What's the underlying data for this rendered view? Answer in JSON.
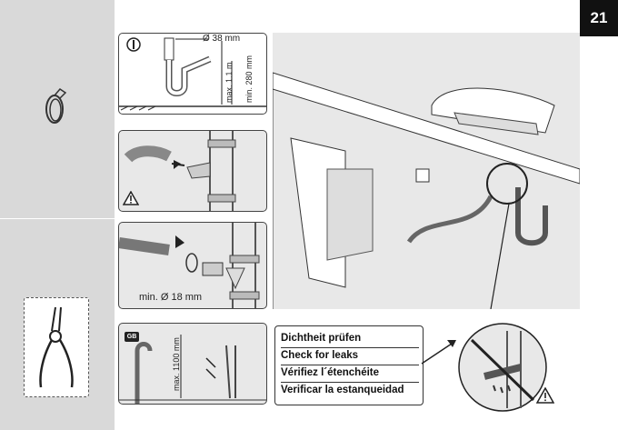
{
  "page": {
    "number": "21"
  },
  "panel_siphon": {
    "diameter_label": "Ø 38 mm",
    "height_max_label": "max. 1.1 m",
    "height_min_label": "min. 280 mm"
  },
  "panel_hose_connect": {
    "diameter_label": "min. Ø 18 mm"
  },
  "panel_gb": {
    "badge": "GB",
    "height_label": "max. 1100 mm"
  },
  "leak_check": {
    "lines": [
      "Dichtheit prüfen",
      "Check for leaks",
      "Vérifiez l´étenchéite",
      "Verificar la estanqueidad"
    ]
  },
  "colors": {
    "sidebar": "#d9d9d9",
    "panel_bg": "#e8e8e8",
    "page_badge": "#111111"
  },
  "icons": [
    "hose-clamp-icon",
    "pliers-icon",
    "warning-icon",
    "no-icon"
  ]
}
